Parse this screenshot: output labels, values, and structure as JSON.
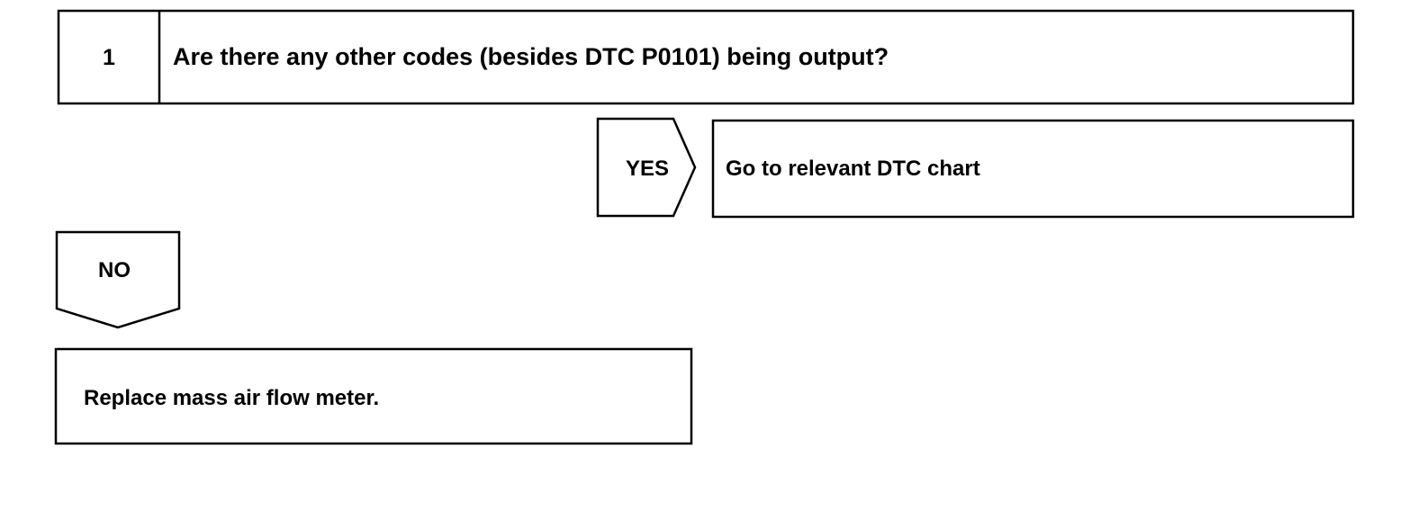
{
  "step": {
    "number": "1",
    "question": "Are there any other codes (besides DTC P0101) being output?"
  },
  "yes_branch": {
    "label": "YES",
    "result": "Go to relevant DTC chart"
  },
  "no_branch": {
    "label": "NO",
    "result": "Replace mass air flow meter."
  },
  "colors": {
    "line": "#000000",
    "background": "#ffffff"
  }
}
